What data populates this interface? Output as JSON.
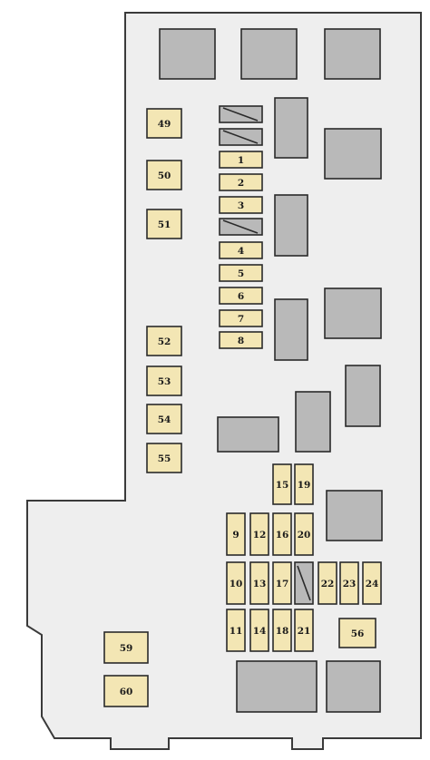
{
  "colors": {
    "box_fill": "#eeeeee",
    "relay_fill": "#b9b9b9",
    "fuse_fill": "#f3e6b4",
    "outline": "#2a2a2a"
  },
  "fuses": [
    {
      "id": "49",
      "label": "49"
    },
    {
      "id": "50",
      "label": "50"
    },
    {
      "id": "51",
      "label": "51"
    },
    {
      "id": "1",
      "label": "1"
    },
    {
      "id": "2",
      "label": "2"
    },
    {
      "id": "3",
      "label": "3"
    },
    {
      "id": "4",
      "label": "4"
    },
    {
      "id": "5",
      "label": "5"
    },
    {
      "id": "6",
      "label": "6"
    },
    {
      "id": "7",
      "label": "7"
    },
    {
      "id": "8",
      "label": "8"
    },
    {
      "id": "52",
      "label": "52"
    },
    {
      "id": "53",
      "label": "53"
    },
    {
      "id": "54",
      "label": "54"
    },
    {
      "id": "55",
      "label": "55"
    },
    {
      "id": "15",
      "label": "15"
    },
    {
      "id": "19",
      "label": "19"
    },
    {
      "id": "9",
      "label": "9"
    },
    {
      "id": "12",
      "label": "12"
    },
    {
      "id": "16",
      "label": "16"
    },
    {
      "id": "20",
      "label": "20"
    },
    {
      "id": "10",
      "label": "10"
    },
    {
      "id": "13",
      "label": "13"
    },
    {
      "id": "17",
      "label": "17"
    },
    {
      "id": "22",
      "label": "22"
    },
    {
      "id": "23",
      "label": "23"
    },
    {
      "id": "24",
      "label": "24"
    },
    {
      "id": "11",
      "label": "11"
    },
    {
      "id": "14",
      "label": "14"
    },
    {
      "id": "18",
      "label": "18"
    },
    {
      "id": "21",
      "label": "21"
    },
    {
      "id": "56",
      "label": "56"
    },
    {
      "id": "59",
      "label": "59"
    },
    {
      "id": "60",
      "label": "60"
    }
  ]
}
